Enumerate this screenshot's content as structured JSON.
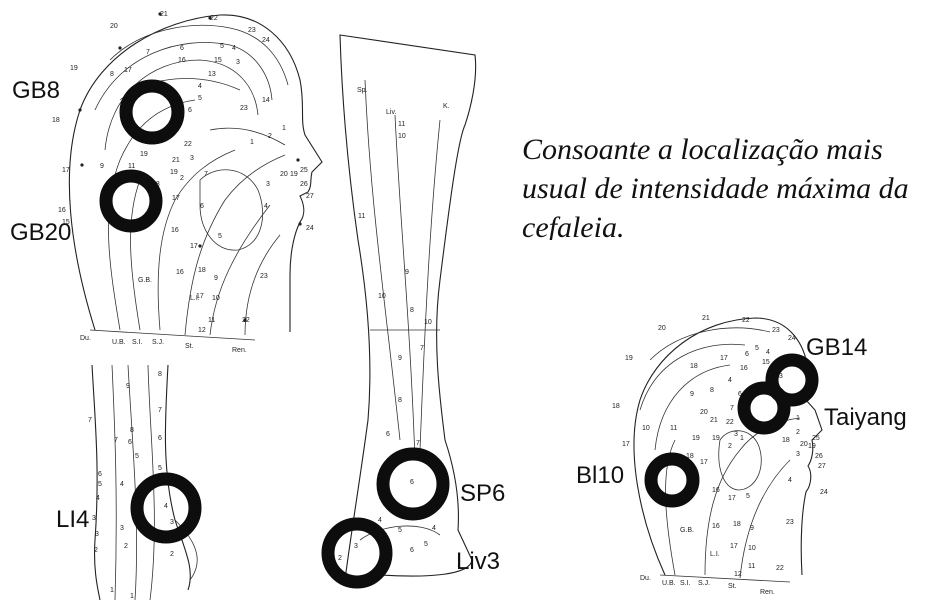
{
  "caption": "Consoante a localização mais usual de intensidade máxima da cefaleia.",
  "labels": {
    "gb8": "GB8",
    "gb20": "GB20",
    "li4": "LI4",
    "sp6": "SP6",
    "liv3": "Liv3",
    "bl10": "Bl10",
    "gb14": "GB14",
    "taiyang": "Taiyang"
  },
  "colors": {
    "ring": "#0d0d0d",
    "line": "#222222",
    "background": "#ffffff"
  }
}
